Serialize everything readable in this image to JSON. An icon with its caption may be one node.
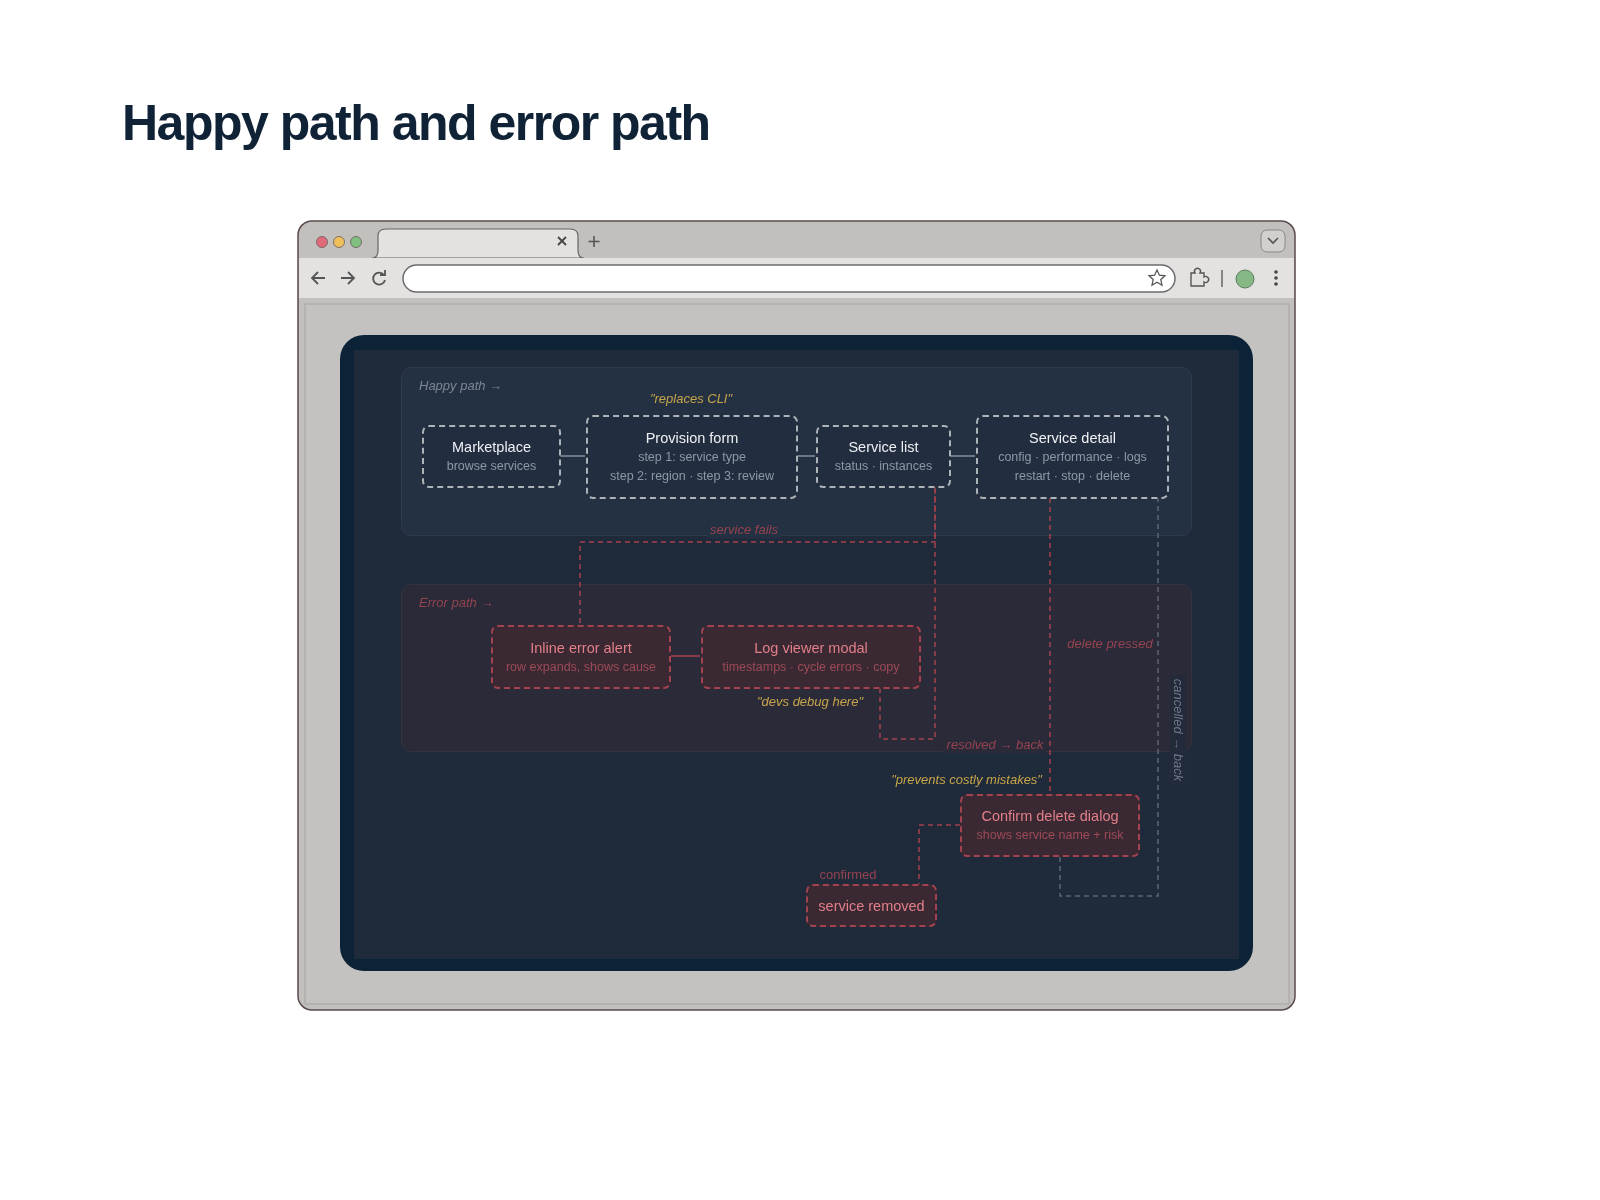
{
  "diagram": {
    "title": "Happy path and error path",
    "nodes": [
      {
        "text": [
          "Happy path →"
        ]
      },
      {
        "text": [
          "Marketplace",
          "browse services"
        ],
        "in": 0
      },
      {
        "text": [
          "Provision form",
          "step 1: service type",
          "step 2: region · step 3: review"
        ],
        "in": 0,
        "beside": [
          "\"replaces CLI\""
        ]
      },
      {
        "text": [
          "Service list",
          "status · instances"
        ],
        "in": 0
      },
      {
        "text": [
          "Service detail",
          "config · performance · logs",
          "restart · stop · delete"
        ],
        "in": 0
      },
      {
        "text": [
          "Error path →"
        ]
      },
      {
        "text": [
          "Inline error alert",
          "row expands, shows cause"
        ],
        "in": 5
      },
      {
        "text": [
          "Log viewer modal",
          "timestamps · cycle errors · copy"
        ],
        "in": 5,
        "beside": [
          "\"devs debug here\""
        ]
      },
      {
        "text": [
          "Confirm delete dialog",
          "shows service name + risk"
        ],
        "beside": [
          "\"prevents costly mistakes\""
        ]
      },
      {
        "text": [
          "service removed"
        ]
      }
    ],
    "edges": [
      {
        "from": 1,
        "to": 2,
        "arrow": "none",
        "color": "#8a919c"
      },
      {
        "from": 2,
        "to": 3,
        "arrow": "none",
        "color": "#8a919c"
      },
      {
        "from": 3,
        "to": 4,
        "arrow": "none",
        "color": "#8a919c"
      },
      {
        "from": 3,
        "to": 6,
        "arrow": "none",
        "label": "service fails",
        "style": "dashed",
        "color": "#a5424e"
      },
      {
        "from": 6,
        "to": 7,
        "arrow": "none",
        "color": "#a5424e"
      },
      {
        "from": 7,
        "to": 3,
        "arrow": "none",
        "label": "resolved → back",
        "style": "dashed",
        "color": "#a5424e"
      },
      {
        "from": 4,
        "to": 8,
        "arrow": "none",
        "label": "delete pressed",
        "style": "dashed",
        "color": "#a5424e"
      },
      {
        "from": 8,
        "to": 4,
        "arrow": "none",
        "label": "cancelled → back",
        "style": "dashed",
        "color": "#5b6676"
      },
      {
        "from": 8,
        "to": 9,
        "arrow": "none",
        "label": "confirmed",
        "style": "dashed",
        "color": "#a5424e"
      }
    ]
  }
}
